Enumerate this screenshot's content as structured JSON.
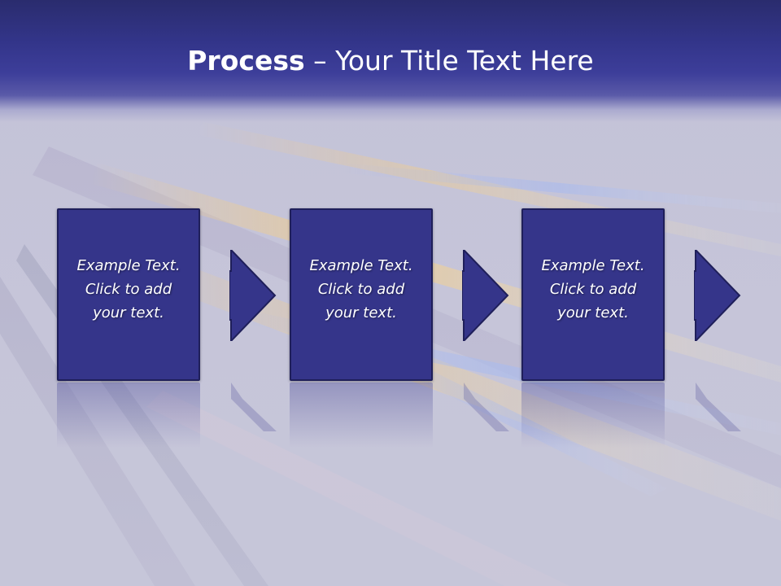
{
  "title": {
    "bold": "Process",
    "rest": " – Your Title Text Here"
  },
  "steps": [
    {
      "line1": "Example Text.",
      "line2": "Click  to add",
      "line3": "your text."
    },
    {
      "line1": "Example Text.",
      "line2": "Click  to add",
      "line3": "your text."
    },
    {
      "line1": "Example Text.",
      "line2": "Click  to add",
      "line3": "your text."
    }
  ],
  "colors": {
    "title_band": "#33358a",
    "box_fill": "#35358a",
    "box_border": "#1f1f5a",
    "text": "#ffffff"
  },
  "icons": [
    "arrow-right-icon",
    "arrow-right-icon",
    "arrow-right-icon"
  ]
}
